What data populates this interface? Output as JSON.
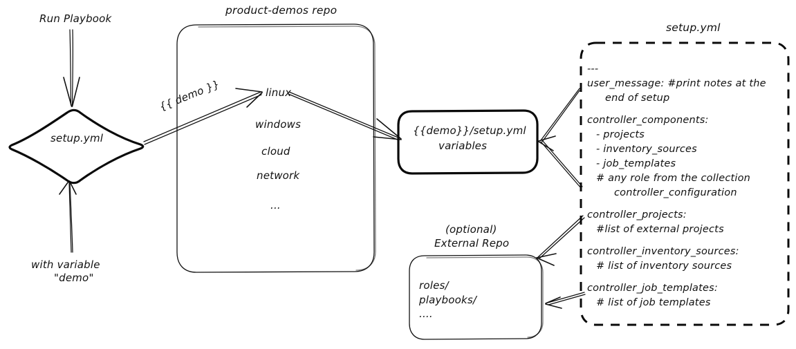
{
  "diagram": {
    "title_hidden": "",
    "nodes": {
      "run_playbook_label": "Run Playbook",
      "with_variable_line1": "with variable",
      "with_variable_line2": "\"demo\"",
      "setup_diamond_label": "setup.yml",
      "repo_title": "product-demos repo",
      "repo_items": [
        "linux",
        "windows",
        "cloud",
        "network",
        "..."
      ],
      "demo_edge_label": "{{ demo }}",
      "variables_box_line1": "{{demo}}/setup.yml",
      "variables_box_line2": "variables",
      "external_repo_title_line1": "(optional)",
      "external_repo_title_line2": "External Repo",
      "external_repo_items": [
        "roles/",
        "playbooks/",
        "...."
      ],
      "setup_panel_title": "setup.yml"
    },
    "setup_panel_lines": [
      {
        "text": "---",
        "indent": 0
      },
      {
        "text": "user_message: #print notes at the",
        "indent": 0
      },
      {
        "text": "end of setup",
        "indent": 2
      },
      {
        "text": "",
        "indent": 0
      },
      {
        "text": "controller_components:",
        "indent": 0
      },
      {
        "text": "- projects",
        "indent": 1
      },
      {
        "text": "- inventory_sources",
        "indent": 1
      },
      {
        "text": "- job_templates",
        "indent": 1
      },
      {
        "text": "# any role from the collection",
        "indent": 1
      },
      {
        "text": "controller_configuration",
        "indent": 3
      },
      {
        "text": "",
        "indent": 0
      },
      {
        "text": "controller_projects:",
        "indent": 0
      },
      {
        "text": "#list of external projects",
        "indent": 1
      },
      {
        "text": "",
        "indent": 0
      },
      {
        "text": "controller_inventory_sources:",
        "indent": 0
      },
      {
        "text": "# list of inventory sources",
        "indent": 1
      },
      {
        "text": "",
        "indent": 0
      },
      {
        "text": "controller_job_templates:",
        "indent": 0
      },
      {
        "text": "# list of job templates",
        "indent": 1
      }
    ],
    "colors": {
      "ink": "#111111",
      "background": "#ffffff"
    }
  }
}
